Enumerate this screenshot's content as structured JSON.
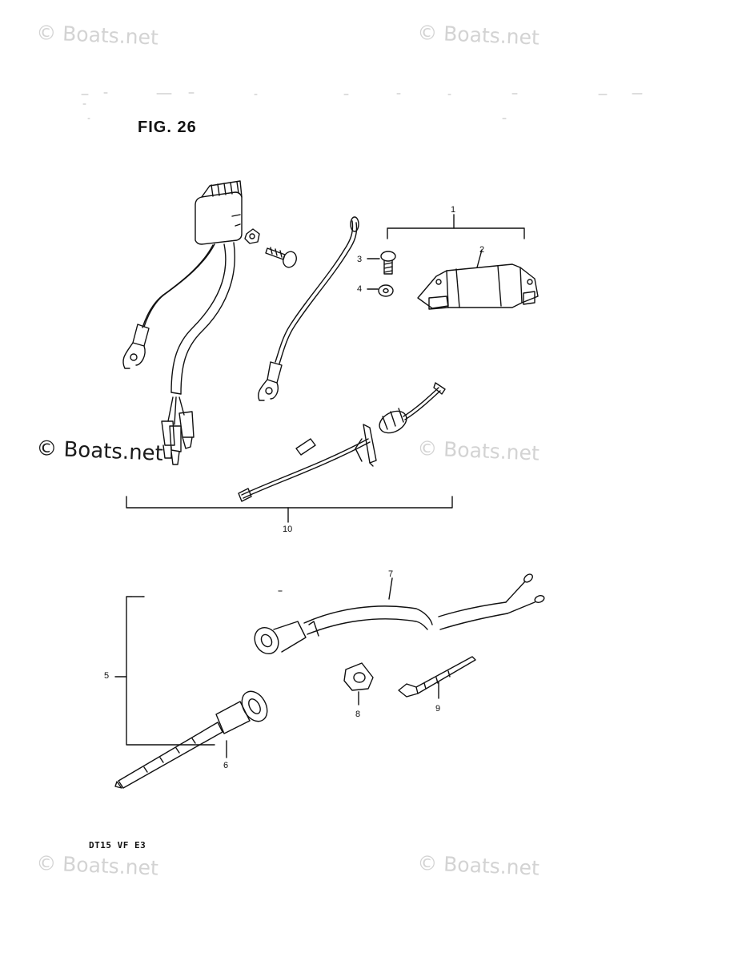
{
  "figure": {
    "title": "FIG. 26",
    "model_code": "DT15 VF E3"
  },
  "watermarks": [
    {
      "text": "© Boats.net"
    },
    {
      "text": "© Boats.net"
    },
    {
      "text": "© Boats.net"
    },
    {
      "text": "© Boats.net"
    },
    {
      "text": "© Boats.net"
    },
    {
      "text": "© Boats.net"
    }
  ],
  "callouts": {
    "c1": "1",
    "c2": "2",
    "c3": "3",
    "c4": "4",
    "c5": "5",
    "c6": "6",
    "c7": "7",
    "c8": "8",
    "c9": "9",
    "c10": "10"
  },
  "colors": {
    "ink": "#111111",
    "watermark": "#d3d3d3",
    "background": "#ffffff"
  }
}
